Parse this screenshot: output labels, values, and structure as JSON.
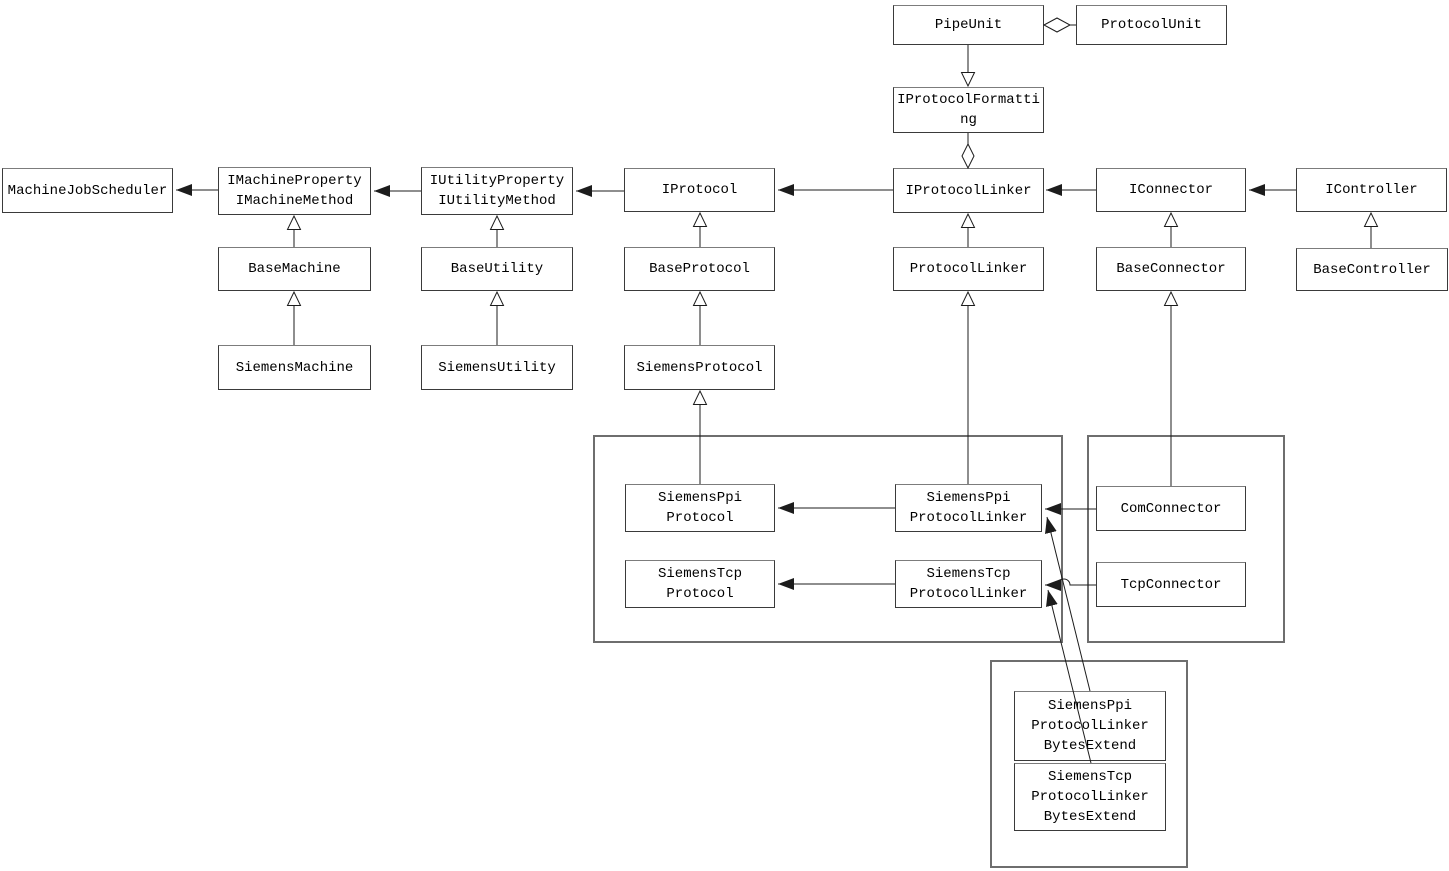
{
  "diagram": {
    "type": "uml-class-diagram",
    "background_color": "#ffffff",
    "line_color": "#1c1c1c",
    "box_border_color": "#3a3a3a",
    "container_border_color": "#6e6e6e"
  },
  "nodes": {
    "pipe_unit": {
      "lines": [
        "PipeUnit"
      ]
    },
    "protocol_unit": {
      "lines": [
        "ProtocolUnit"
      ]
    },
    "iprotocol_formatting": {
      "lines": [
        "IProtocolFormatti",
        "ng"
      ]
    },
    "machine_job_scheduler": {
      "lines": [
        "MachineJobScheduler"
      ]
    },
    "imachine": {
      "lines": [
        "IMachineProperty",
        "IMachineMethod"
      ]
    },
    "iutility": {
      "lines": [
        "IUtilityProperty",
        "IUtilityMethod"
      ]
    },
    "iprotocol": {
      "lines": [
        "IProtocol"
      ]
    },
    "iprotocol_linker": {
      "lines": [
        "IProtocolLinker"
      ]
    },
    "iconnector": {
      "lines": [
        "IConnector"
      ]
    },
    "icontroller": {
      "lines": [
        "IController"
      ]
    },
    "base_machine": {
      "lines": [
        "BaseMachine"
      ]
    },
    "base_utility": {
      "lines": [
        "BaseUtility"
      ]
    },
    "base_protocol": {
      "lines": [
        "BaseProtocol"
      ]
    },
    "protocol_linker": {
      "lines": [
        "ProtocolLinker"
      ]
    },
    "base_connector": {
      "lines": [
        "BaseConnector"
      ]
    },
    "base_controller": {
      "lines": [
        "BaseController"
      ]
    },
    "siemens_machine": {
      "lines": [
        "SiemensMachine"
      ]
    },
    "siemens_utility": {
      "lines": [
        "SiemensUtility"
      ]
    },
    "siemens_protocol": {
      "lines": [
        "SiemensProtocol"
      ]
    },
    "siemens_ppi_protocol": {
      "lines": [
        "SiemensPpi",
        "Protocol"
      ]
    },
    "siemens_ppi_protocol_linker": {
      "lines": [
        "SiemensPpi",
        "ProtocolLinker"
      ]
    },
    "siemens_tcp_protocol": {
      "lines": [
        "SiemensTcp",
        "Protocol"
      ]
    },
    "siemens_tcp_protocol_linker": {
      "lines": [
        "SiemensTcp",
        "ProtocolLinker"
      ]
    },
    "com_connector": {
      "lines": [
        "ComConnector"
      ]
    },
    "tcp_connector": {
      "lines": [
        "TcpConnector"
      ]
    },
    "siemens_ppi_protocol_linker_bytes_extend": {
      "lines": [
        "SiemensPpi",
        "ProtocolLinker",
        "BytesExtend"
      ]
    },
    "siemens_tcp_protocol_linker_bytes_extend": {
      "lines": [
        "SiemensTcp",
        "ProtocolLinker",
        "BytesExtend"
      ]
    }
  },
  "edges": [
    {
      "from": "IMachineProperty/IMachineMethod",
      "to": "MachineJobScheduler",
      "type": "association"
    },
    {
      "from": "IUtilityProperty/IUtilityMethod",
      "to": "IMachineProperty/IMachineMethod",
      "type": "association"
    },
    {
      "from": "IProtocol",
      "to": "IUtilityProperty/IUtilityMethod",
      "type": "association"
    },
    {
      "from": "IProtocolLinker",
      "to": "IProtocol",
      "type": "association"
    },
    {
      "from": "IConnector",
      "to": "IProtocolLinker",
      "type": "association"
    },
    {
      "from": "IController",
      "to": "IConnector",
      "type": "association"
    },
    {
      "from": "SiemensPpiProtocolLinker",
      "to": "SiemensPpiProtocol",
      "type": "association"
    },
    {
      "from": "SiemensTcpProtocolLinker",
      "to": "SiemensTcpProtocol",
      "type": "association"
    },
    {
      "from": "ComConnector",
      "to": "SiemensPpiProtocolLinker",
      "type": "association"
    },
    {
      "from": "TcpConnector",
      "to": "SiemensTcpProtocolLinker",
      "type": "association"
    },
    {
      "from": "SiemensPpiProtocolLinkerBytesExtend",
      "to": "SiemensPpiProtocolLinker",
      "type": "association"
    },
    {
      "from": "SiemensTcpProtocolLinkerBytesExtend",
      "to": "SiemensTcpProtocolLinker",
      "type": "association"
    },
    {
      "from": "BaseMachine",
      "to": "IMachineProperty/IMachineMethod",
      "type": "generalization"
    },
    {
      "from": "SiemensMachine",
      "to": "BaseMachine",
      "type": "generalization"
    },
    {
      "from": "BaseUtility",
      "to": "IUtilityProperty/IUtilityMethod",
      "type": "generalization"
    },
    {
      "from": "SiemensUtility",
      "to": "BaseUtility",
      "type": "generalization"
    },
    {
      "from": "BaseProtocol",
      "to": "IProtocol",
      "type": "generalization"
    },
    {
      "from": "SiemensProtocol",
      "to": "BaseProtocol",
      "type": "generalization"
    },
    {
      "from": "SiemensPpiProtocol",
      "to": "SiemensProtocol",
      "type": "generalization"
    },
    {
      "from": "ProtocolLinker",
      "to": "IProtocolLinker",
      "type": "generalization"
    },
    {
      "from": "SiemensPpiProtocolLinker",
      "to": "ProtocolLinker",
      "type": "generalization"
    },
    {
      "from": "BaseConnector",
      "to": "IConnector",
      "type": "generalization"
    },
    {
      "from": "ComConnector",
      "to": "BaseConnector",
      "type": "generalization"
    },
    {
      "from": "BaseController",
      "to": "IController",
      "type": "generalization"
    },
    {
      "from": "PipeUnit",
      "to": "IProtocolFormatting",
      "type": "generalization"
    },
    {
      "from": "PipeUnit",
      "to": "ProtocolUnit",
      "type": "aggregation"
    },
    {
      "from": "IProtocolFormatting",
      "to": "IProtocolLinker",
      "type": "aggregation"
    }
  ]
}
